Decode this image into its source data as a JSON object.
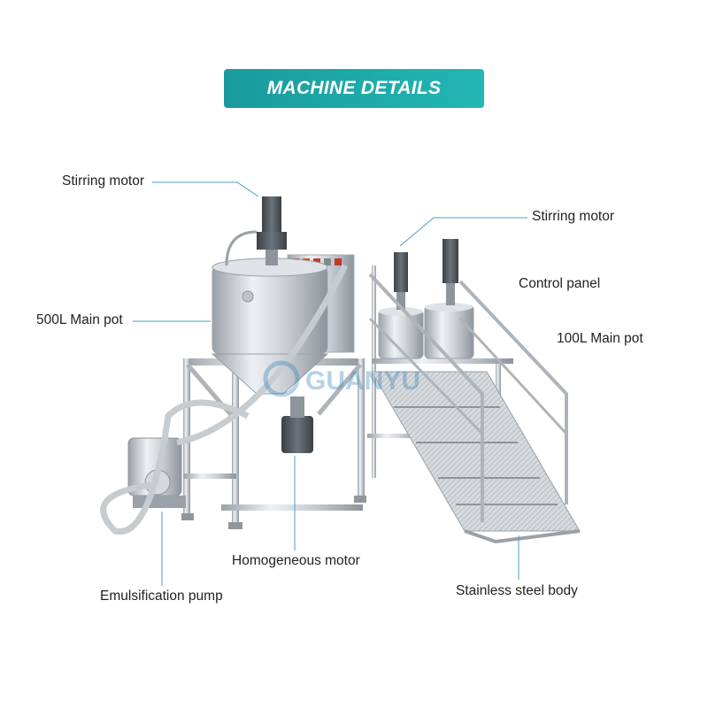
{
  "title": "MACHINE DETAILS",
  "watermark": "GUANYU",
  "labels": {
    "stirring_motor_left": "Stirring motor",
    "main_pot_500l": "500L Main pot",
    "stirring_motor_right": "Stirring motor",
    "control_panel": "Control panel",
    "main_pot_100l": "100L Main pot",
    "homogeneous_motor": "Homogeneous motor",
    "emulsification_pump": "Emulsification pump",
    "stainless_steel_body": "Stainless steel body"
  },
  "colors": {
    "banner_start": "#1a9a9d",
    "banner_end": "#22b7b4",
    "leader_line": "#4a9ec4",
    "steel": "#c9ced3",
    "motor": "#4f565c"
  }
}
